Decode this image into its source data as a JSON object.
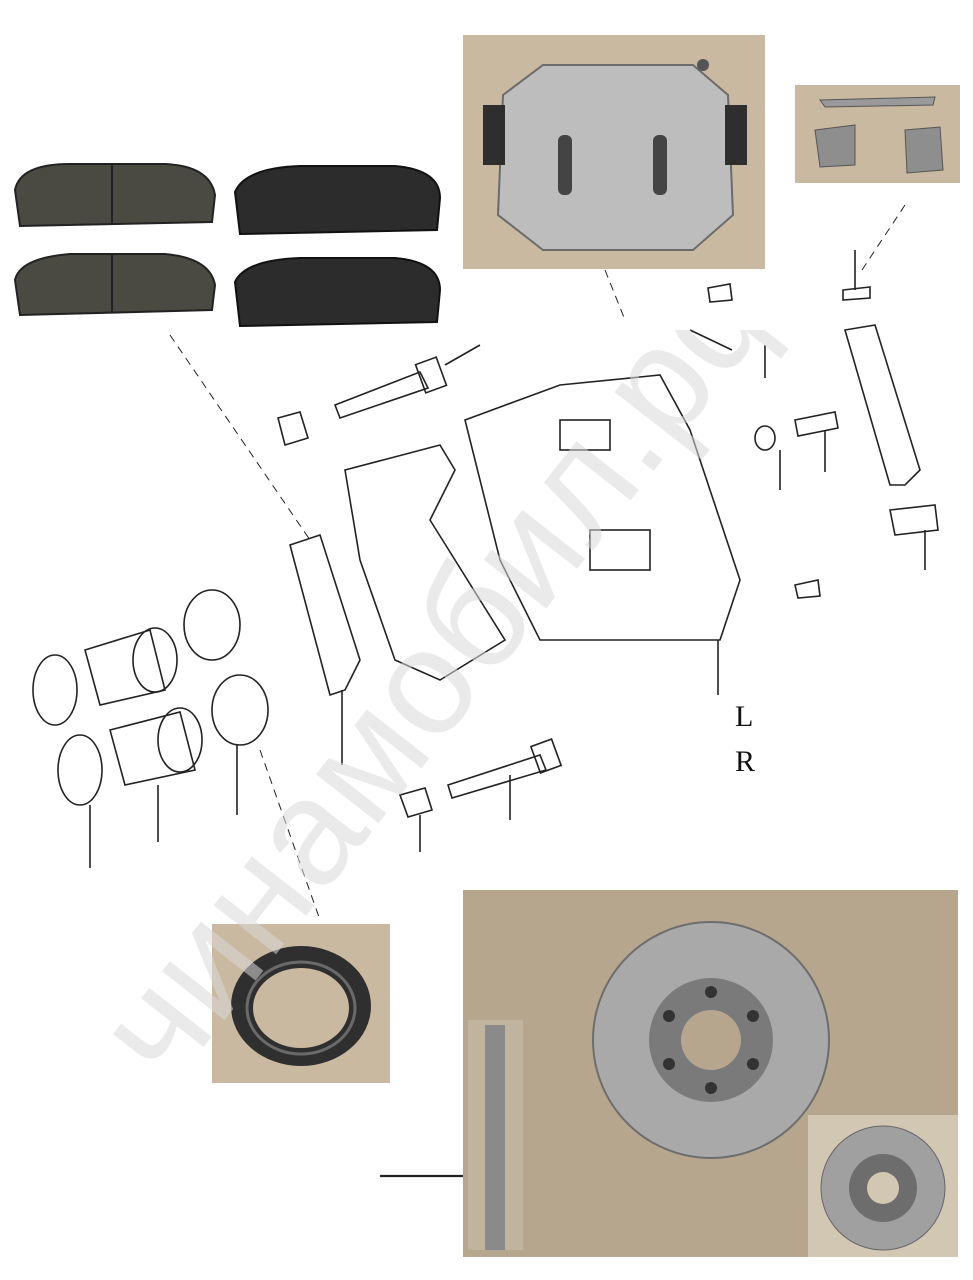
{
  "labels": {
    "left": "L",
    "right": "R"
  },
  "watermark": {
    "text": "чинамобил.рф"
  },
  "photos": {
    "brake_pads": "brake-pads-photo",
    "caliper": "caliper-photo",
    "pad_clip": "pad-clip-photo",
    "piston_seal": "piston-seal-photo",
    "brake_disc": "brake-disc-photo"
  },
  "colors": {
    "line": "#222222",
    "photo_bg": "#c9b9a1",
    "disc_bg": "#b5a68d",
    "watermark": "#d8d8d8"
  }
}
